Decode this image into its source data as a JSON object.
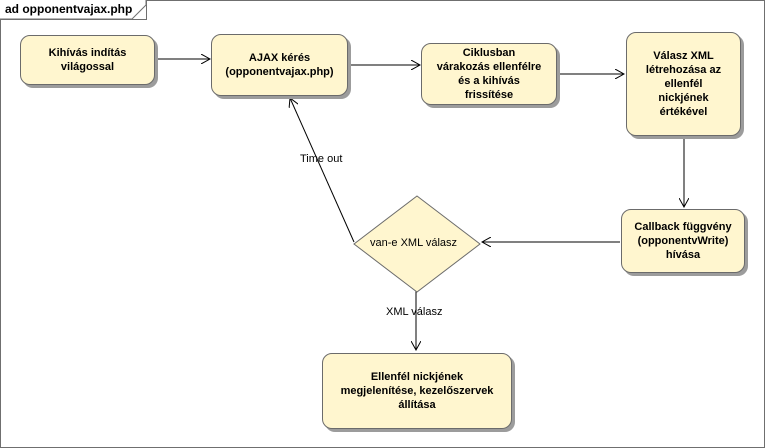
{
  "diagram": {
    "title": "ad opponentvajax.php",
    "nodes": {
      "start": "Kihívás indítás\nvilágossal",
      "ajax": "AJAX kérés\n(opponentvajax.php)",
      "wait": "Ciklusban\nvárakozás ellenfélre\nés a kihívás\nfrissítése",
      "xml": "Válasz XML\nlétrehozása az\nellenfél\nnickjének\nértékével",
      "callback": "Callback függvény\n(opponentvWrite)\nhívása",
      "decision": "van-e  XML válasz",
      "display": "Ellenfél nickjének\nmegjelenítése, kezelőszervek\nállítása"
    },
    "edge_labels": {
      "timeout": "Time out",
      "xml_reply": "XML válasz"
    }
  }
}
